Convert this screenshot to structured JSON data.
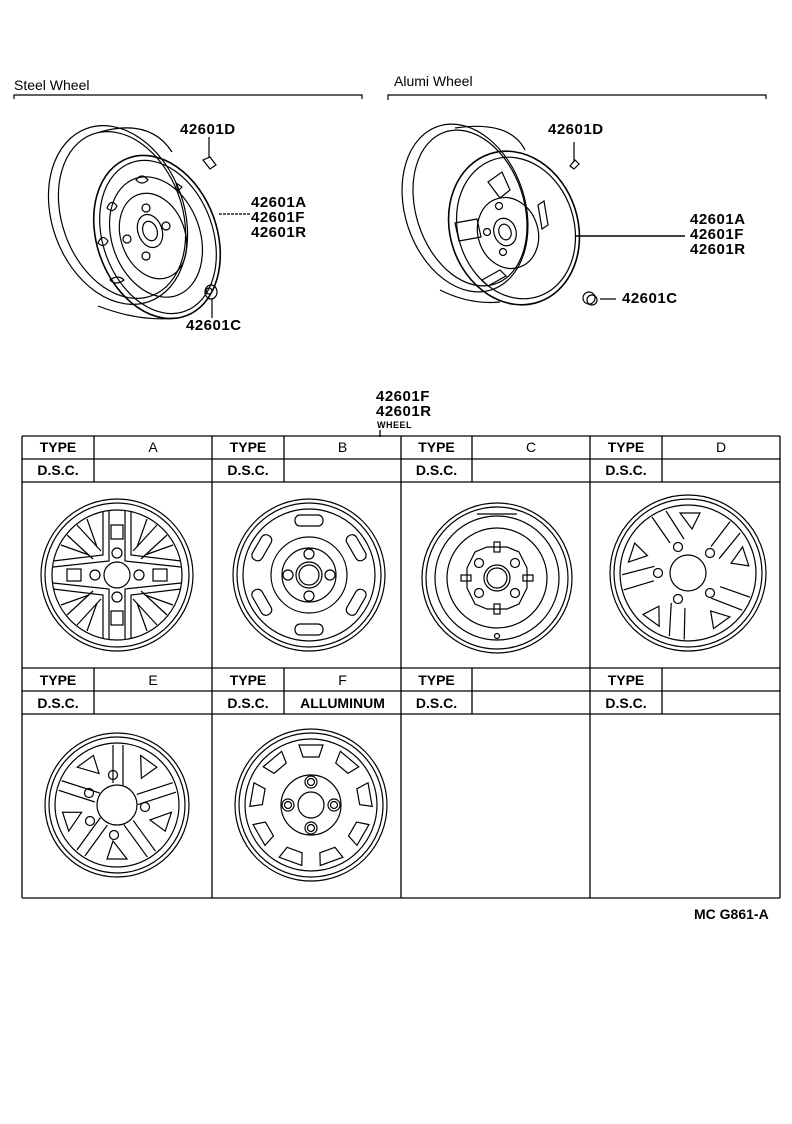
{
  "sections": {
    "steel": {
      "title": "Steel Wheel",
      "parts": {
        "valve": "42601D",
        "wheel": [
          "42601A",
          "42601F",
          "42601R"
        ],
        "cap": "42601C"
      }
    },
    "alumi": {
      "title": "Alumi Wheel",
      "parts": {
        "valve": "42601D",
        "wheel": [
          "42601A",
          "42601F",
          "42601R"
        ],
        "cap": "42601C"
      }
    }
  },
  "table_header": {
    "parts": [
      "42601F",
      "42601R"
    ],
    "caption": "WHEEL"
  },
  "labels": {
    "type": "TYPE",
    "dsc": "D.S.C."
  },
  "types": [
    {
      "type": "A",
      "dsc": ""
    },
    {
      "type": "B",
      "dsc": ""
    },
    {
      "type": "C",
      "dsc": ""
    },
    {
      "type": "D",
      "dsc": ""
    },
    {
      "type": "E",
      "dsc": ""
    },
    {
      "type": "F",
      "dsc": "ALLUMINUM"
    },
    {
      "type": "",
      "dsc": ""
    },
    {
      "type": "",
      "dsc": ""
    }
  ],
  "footer": {
    "code": "MC G861-A"
  }
}
